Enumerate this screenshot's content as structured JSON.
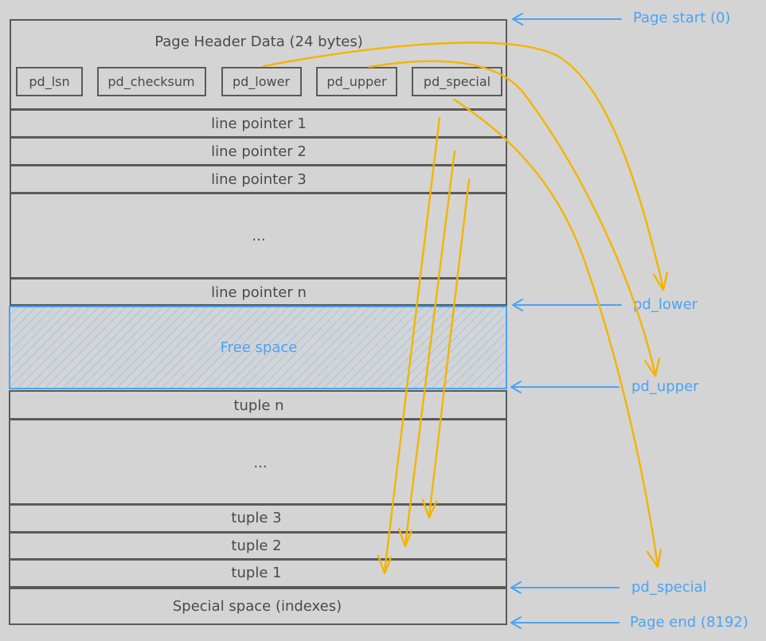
{
  "header": {
    "title": "Page Header Data (24 bytes)",
    "fields": [
      "pd_lsn",
      "pd_checksum",
      "pd_lower",
      "pd_upper",
      "pd_special"
    ]
  },
  "line_pointers": {
    "lp1": "line pointer 1",
    "lp2": "line pointer 2",
    "lp3": "line pointer 3",
    "ellipsis": "...",
    "lpn": "line pointer n"
  },
  "free_space": {
    "label": "Free space"
  },
  "tuples": {
    "tn": "tuple n",
    "ellipsis": "...",
    "t3": "tuple 3",
    "t2": "tuple 2",
    "t1": "tuple 1"
  },
  "special": {
    "label": "Special space (indexes)"
  },
  "annotations": {
    "page_start": "Page start (0)",
    "pd_lower": "pd_lower",
    "pd_upper": "pd_upper",
    "pd_special": "pd_special",
    "page_end": "Page end (8192)"
  },
  "colors": {
    "background": "#d4d4d4",
    "box_stroke": "#5a5a5a",
    "text": "#4a4a4a",
    "accent_blue": "#4aa3f7",
    "accent_yellow": "#f4b400"
  }
}
